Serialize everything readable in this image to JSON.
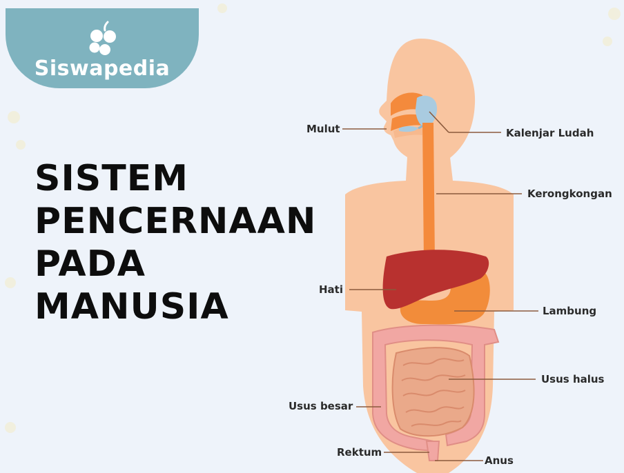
{
  "brand": {
    "name": "Siswapedia"
  },
  "title": {
    "lines": [
      "SISTEM",
      "PENCERNAAN",
      "PADA",
      "MANUSIA"
    ]
  },
  "labels": {
    "mulut": "Mulut",
    "kalenjar_ludah": "Kalenjar Ludah",
    "kerongkongan": "Kerongkongan",
    "hati": "Hati",
    "lambung": "Lambung",
    "usus_halus": "Usus halus",
    "usus_besar": "Usus besar",
    "rektum": "Rektum",
    "anus": "Anus"
  },
  "colors": {
    "background": "#eef3fa",
    "logo_tab": "#7fb3bf",
    "skin": "#f9c5a0",
    "esophagus": "#f48a3c",
    "liver": "#b8312f",
    "stomach": "#f28c3a",
    "large_intestine": "#f1a7a3",
    "small_intestine": "#eaa98a",
    "salivary_gland": "#a9cbe0"
  }
}
